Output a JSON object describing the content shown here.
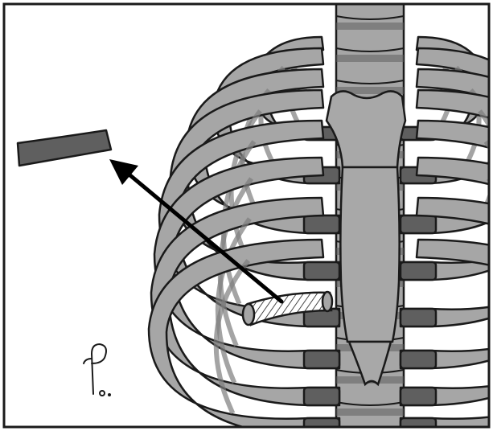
{
  "figure": {
    "signature_text": "P.o.",
    "colors": {
      "background": "#ffffff",
      "frame": "#1a1a1a",
      "outline": "#1a1a1a",
      "bone": "#a6a6a6",
      "cartilage": "#5f5f5f",
      "sternum": "#a8a8a8",
      "shadow": "#7d7d7d"
    },
    "icons": [
      "excised-rib-segment",
      "removal-arrow",
      "hatched-resection-site",
      "artist-signature"
    ]
  }
}
